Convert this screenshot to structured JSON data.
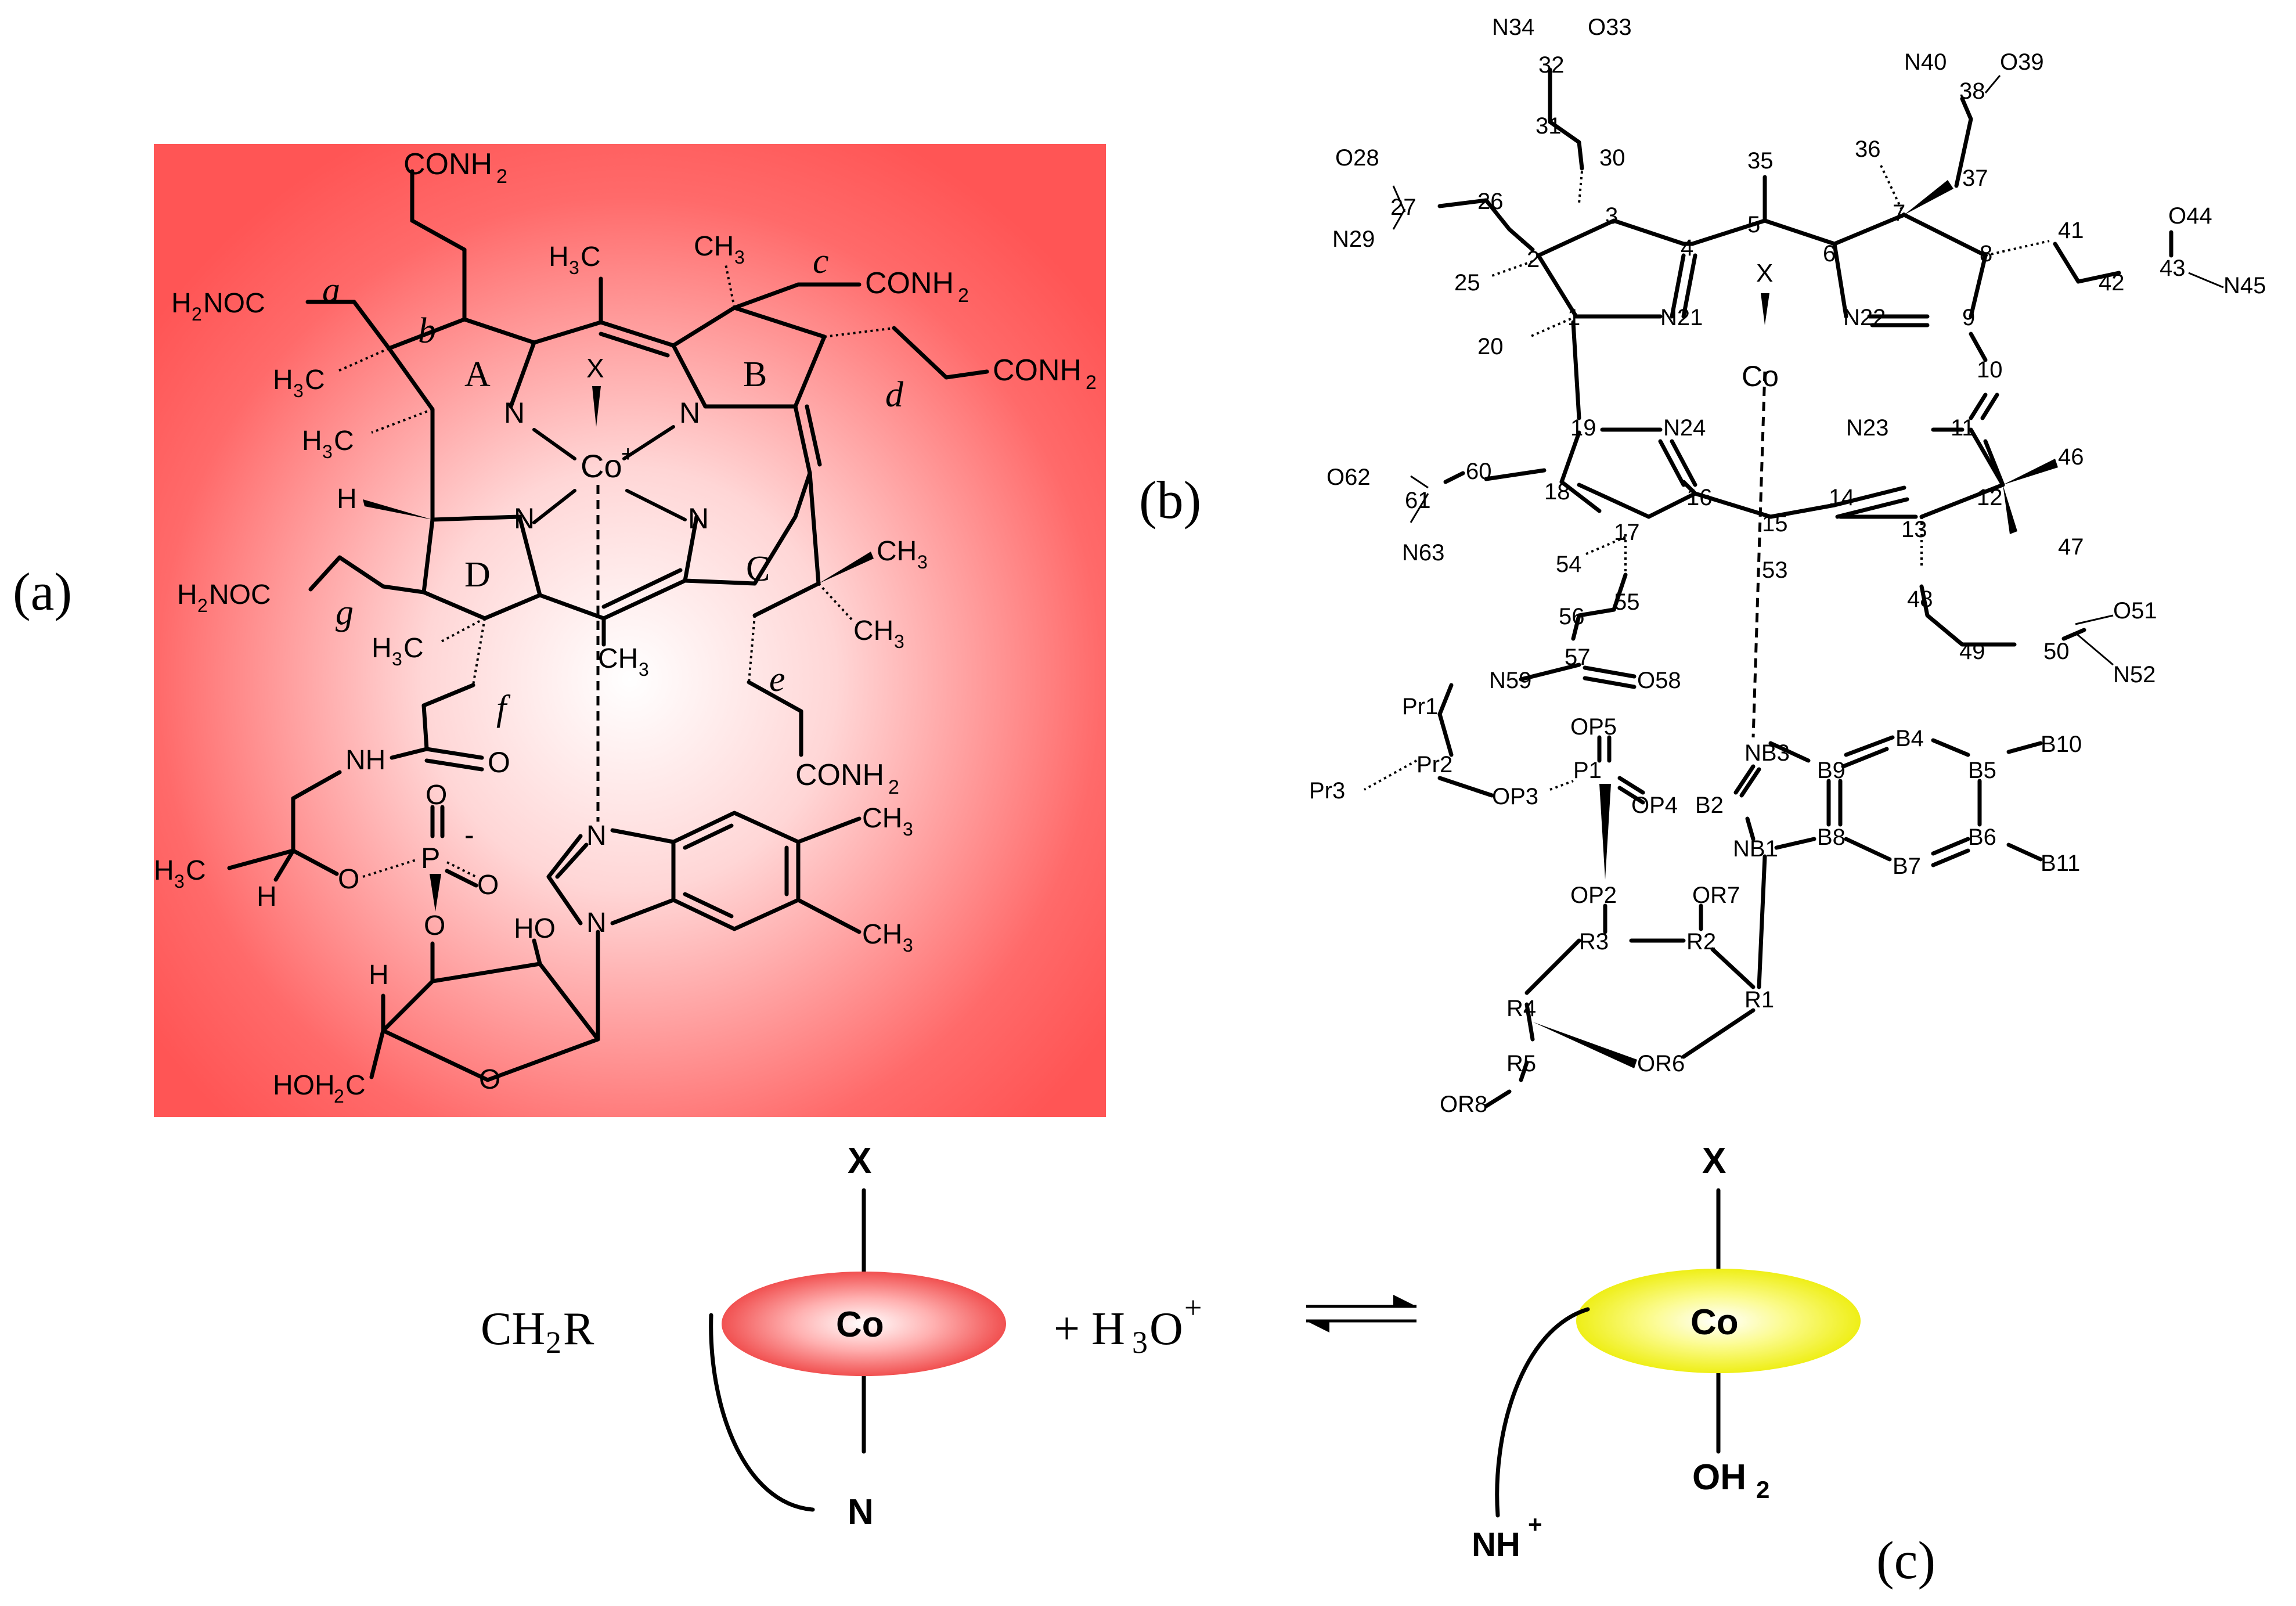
{
  "panels": {
    "a": "(a)",
    "b": "(b)",
    "c": "(c)"
  },
  "colors": {
    "panel_a_background": "#ff5a5a",
    "panel_a_center": "#ffffff",
    "cobalt_red": "#f04848",
    "cobalt_yellow": "#f2f200"
  },
  "panel_a": {
    "ring_labels": [
      "A",
      "B",
      "C",
      "D"
    ],
    "cobalt": "Co",
    "cobalt_charge": "+",
    "axial_ligand": "X",
    "chain_letters": [
      "a",
      "b",
      "c",
      "d",
      "e",
      "f",
      "g"
    ],
    "groups": {
      "conh2": "CONH",
      "sub2": "2",
      "h2noc_pre": "H",
      "h2noc_post": "NOC",
      "h3c_pre": "H",
      "sub3": "3",
      "c": "C",
      "ch3": "CH",
      "h": "H",
      "nh": "NH",
      "o": "O",
      "p": "P",
      "minus": "-",
      "ho": "HO",
      "hoh2c_pre": "HOH",
      "n": "N"
    }
  },
  "panel_b": {
    "atoms": [
      "N34",
      "O33",
      "32",
      "31",
      "30",
      "O28",
      "27",
      "26",
      "N29",
      "25",
      "2",
      "3",
      "35",
      "4",
      "5",
      "6",
      "36",
      "N40",
      "O39",
      "38",
      "37",
      "7",
      "8",
      "41",
      "O44",
      "43",
      "42",
      "N45",
      "X",
      "20",
      "1",
      "N21",
      "Co",
      "N22",
      "9",
      "10",
      "19",
      "N24",
      "N23",
      "11",
      "O62",
      "61",
      "60",
      "18",
      "16",
      "15",
      "14",
      "12",
      "46",
      "N63",
      "17",
      "54",
      "53",
      "13",
      "47",
      "56",
      "55",
      "48",
      "O51",
      "57",
      "50",
      "49",
      "N52",
      "O58",
      "N59",
      "Pr1",
      "Pr2",
      "Pr3",
      "OP5",
      "P1",
      "OP3",
      "OP4",
      "NB3",
      "B9",
      "B4",
      "B5",
      "B10",
      "B2",
      "B8",
      "B6",
      "NB1",
      "B7",
      "B11",
      "OP2",
      "OR7",
      "R3",
      "R2",
      "R4",
      "R1",
      "R5",
      "OR6",
      "OR8"
    ]
  },
  "panel_c": {
    "left_group": "CH",
    "left_group_sub": "2",
    "left_group_end": "R",
    "plus": "+ H",
    "h3o_sub": "3",
    "h3o_o": "O",
    "h3o_charge": "+",
    "top_ligand": "X",
    "metal": "Co",
    "bottom_n": "N",
    "nh_plus": "NH",
    "nh_charge": "+",
    "water": "OH",
    "water_sub": "2"
  }
}
